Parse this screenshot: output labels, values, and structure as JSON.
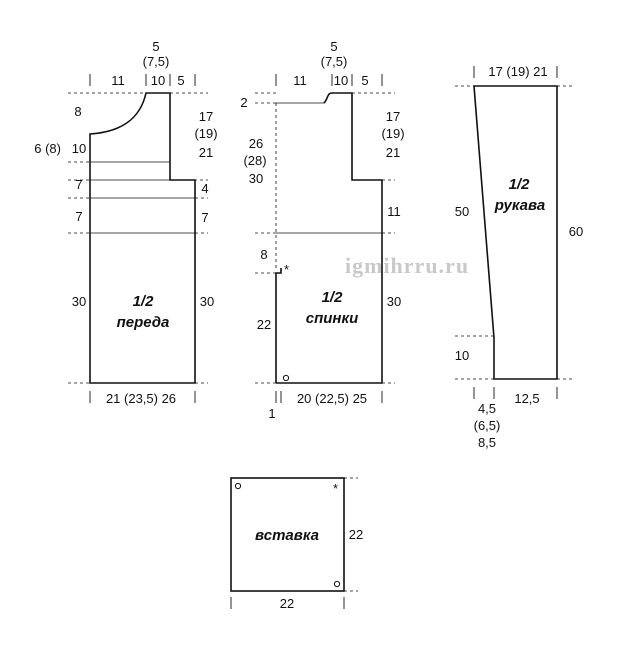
{
  "watermark": "igmihrru.ru",
  "front": {
    "label_line1": "1/2",
    "label_line2": "переда",
    "top_neck": "5",
    "top_neck_sizes": "(7,5)",
    "top_left": "11",
    "top_mid": "10",
    "top_right": "5",
    "left_1": "8",
    "left_2": "6 (8)",
    "left_2b": "10",
    "left_3": "7",
    "left_4": "7",
    "left_5": "30",
    "right_1": "17",
    "right_1b": "(19)",
    "right_1c": "21",
    "right_2": "4",
    "right_3": "7",
    "right_4": "30",
    "bottom": "21 (23,5) 26"
  },
  "back": {
    "label_line1": "1/2",
    "label_line2": "спинки",
    "top_neck": "5",
    "top_neck_sizes": "(7,5)",
    "top_left": "11",
    "top_mid": "10",
    "top_right": "5",
    "left_0": "2",
    "left_1": "26",
    "left_1b": "(28)",
    "left_1c": "30",
    "left_2": "8",
    "left_3": "22",
    "right_1": "17",
    "right_1b": "(19)",
    "right_1c": "21",
    "right_2": "11",
    "right_3": "30",
    "bottom": "20 (22,5) 25",
    "bottom_left": "1",
    "star": "*"
  },
  "sleeve": {
    "label_line1": "1/2",
    "label_line2": "рукава",
    "top": "17 (19) 21",
    "left_1": "50",
    "left_2": "10",
    "right": "60",
    "bottom_1": "4,5",
    "bottom_1b": "(6,5)",
    "bottom_1c": "8,5",
    "bottom_2": "12,5"
  },
  "insert": {
    "label": "вставка",
    "right": "22",
    "bottom": "22",
    "star": "*"
  }
}
